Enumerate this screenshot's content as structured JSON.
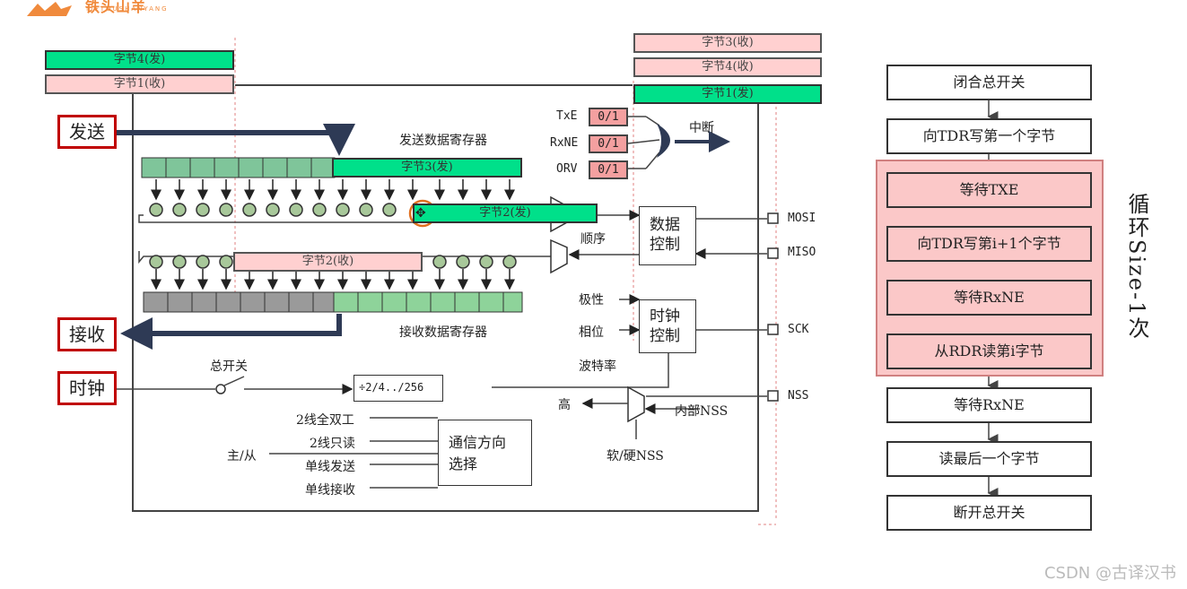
{
  "logo": {
    "text": "铁头山羊",
    "sub": "TIETOUSHANYANG",
    "accent": "#f08a3c"
  },
  "diagram": {
    "send_label": "发送",
    "recv_label": "接收",
    "clock_label": "时钟",
    "tx_register_title": "发送数据寄存器",
    "rx_register_title": "接收数据寄存器",
    "byte_top_left_1": "字节4(发)",
    "byte_top_left_2": "字节1(收)",
    "byte_top_right_1": "字节3(收)",
    "byte_top_right_2": "字节4(收)",
    "byte_top_right_3": "字节1(发)",
    "tdr_byte": "字节3(发)",
    "shift_byte": "字节2(发)",
    "shift_rx_byte": "字节2(收)",
    "flags": [
      {
        "name": "TxE",
        "value": "0/1"
      },
      {
        "name": "RxNE",
        "value": "0/1"
      },
      {
        "name": "ORV",
        "value": "0/1"
      }
    ],
    "interrupt": "中断",
    "order": "顺序",
    "data_ctrl": "数据\n控制",
    "clock_ctrl": "时钟\n控制",
    "polarity": "极性",
    "phase": "相位",
    "baud": "波特率",
    "master_switch": "总开关",
    "divider": "÷2/4../256",
    "pins": [
      "MOSI",
      "MISO",
      "SCK",
      "NSS"
    ],
    "high": "高",
    "internal_nss": "内部NSS",
    "soft_hard_nss": "软/硬NSS",
    "master_slave": "主/从",
    "modes": [
      "2线全双工",
      "2线只读",
      "单线发送",
      "单线接收"
    ],
    "comm_dir": "通信方向\n选择"
  },
  "flow": {
    "steps": [
      "闭合总开关",
      "向TDR写第一个字节",
      "等待TXE",
      "向TDR写第i+1个字节",
      "等待RxNE",
      "从RDR读第i字节",
      "等待RxNE",
      "读最后一个字节",
      "断开总开关"
    ],
    "loop_label": "循环Size-1次"
  },
  "watermark": "CSDN @古译汉书"
}
